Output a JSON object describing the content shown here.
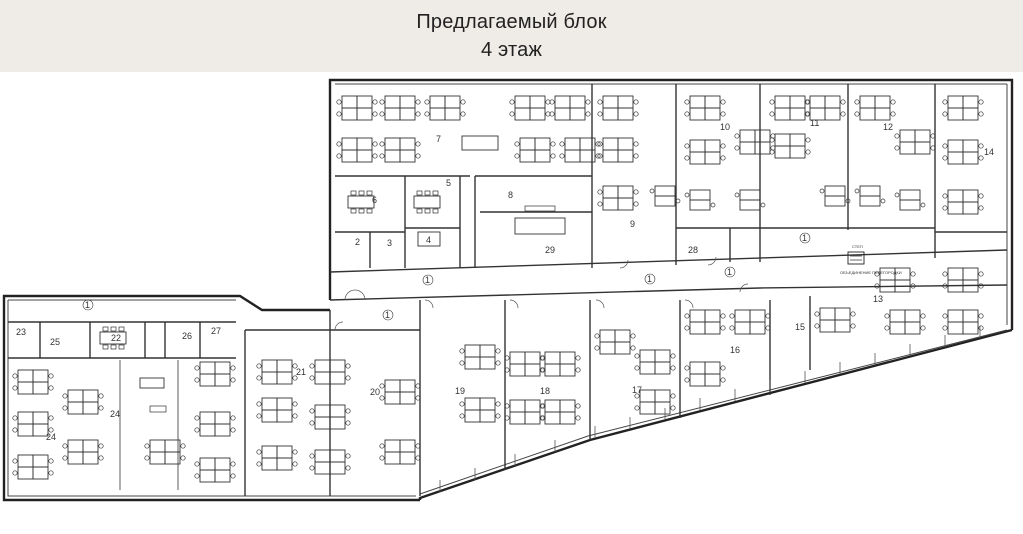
{
  "header": {
    "title": "Предлагаемый блок",
    "floor": "4 этаж"
  },
  "plan": {
    "rooms": [
      {
        "id": "r1a",
        "label": "1"
      },
      {
        "id": "r1b",
        "label": "1"
      },
      {
        "id": "r1c",
        "label": "1"
      },
      {
        "id": "r1d",
        "label": "1"
      },
      {
        "id": "r1e",
        "label": "1"
      },
      {
        "id": "r1f",
        "label": "1"
      },
      {
        "id": "r2",
        "label": "2"
      },
      {
        "id": "r3",
        "label": "3"
      },
      {
        "id": "r4",
        "label": "4"
      },
      {
        "id": "r5",
        "label": "5"
      },
      {
        "id": "r6",
        "label": "6"
      },
      {
        "id": "r7",
        "label": "7"
      },
      {
        "id": "r8",
        "label": "8"
      },
      {
        "id": "r9",
        "label": "9"
      },
      {
        "id": "r10",
        "label": "10"
      },
      {
        "id": "r11",
        "label": "11"
      },
      {
        "id": "r12",
        "label": "12"
      },
      {
        "id": "r13",
        "label": "13"
      },
      {
        "id": "r14",
        "label": "14"
      },
      {
        "id": "r15",
        "label": "15"
      },
      {
        "id": "r16",
        "label": "16"
      },
      {
        "id": "r17",
        "label": "17"
      },
      {
        "id": "r18",
        "label": "18"
      },
      {
        "id": "r19",
        "label": "19"
      },
      {
        "id": "r20",
        "label": "20"
      },
      {
        "id": "r21",
        "label": "21"
      },
      {
        "id": "r22",
        "label": "22"
      },
      {
        "id": "r23",
        "label": "23"
      },
      {
        "id": "r24a",
        "label": "24"
      },
      {
        "id": "r24b",
        "label": "24"
      },
      {
        "id": "r25",
        "label": "25"
      },
      {
        "id": "r26",
        "label": "26"
      },
      {
        "id": "r27",
        "label": "27"
      },
      {
        "id": "r28",
        "label": "28"
      },
      {
        "id": "r29",
        "label": "29"
      }
    ],
    "notes": {
      "stair": "СТЕП",
      "partition": "ОБЪЕДИНЕНИЕ ПЕРЕГОРОДКИ"
    }
  }
}
